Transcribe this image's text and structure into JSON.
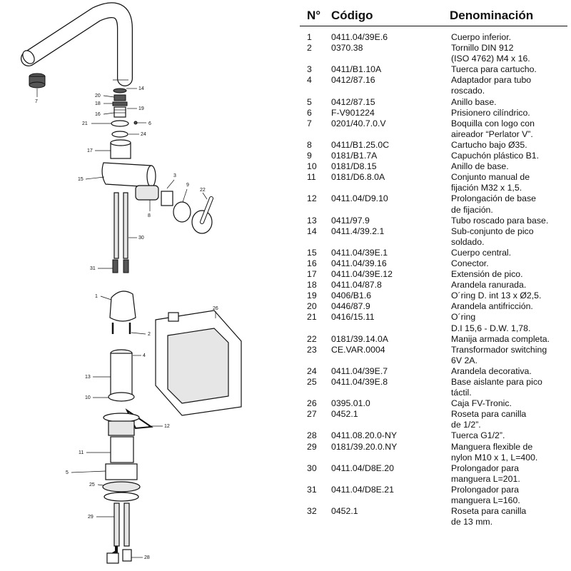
{
  "header": {
    "num": "N°",
    "code": "Código",
    "denomination": "Denominación"
  },
  "parts": [
    {
      "num": "1",
      "code": "0411.04/39E.6",
      "denomination": "Cuerpo inferior."
    },
    {
      "num": "2",
      "code": "0370.38",
      "denomination": "Tornillo DIN 912\n(ISO 4762) M4 x 16."
    },
    {
      "num": "3",
      "code": "0411/B1.10A",
      "denomination": "Tuerca para cartucho."
    },
    {
      "num": "4",
      "code": "0412/87.16",
      "denomination": "Adaptador para tubo\nroscado."
    },
    {
      "num": "5",
      "code": "0412/87.15",
      "denomination": "Anillo base."
    },
    {
      "num": "6",
      "code": "F-V901224",
      "denomination": "Prisionero cilíndrico."
    },
    {
      "num": "7",
      "code": "0201/40.7.0.V",
      "denomination": "Boquilla con logo con\naireador “Perlator V”."
    },
    {
      "num": "8",
      "code": "0411/B1.25.0C",
      "denomination": "Cartucho bajo Ø35."
    },
    {
      "num": "9",
      "code": "0181/B1.7A",
      "denomination": "Capuchón plástico B1."
    },
    {
      "num": "10",
      "code": "0181/D8.15",
      "denomination": "Anillo de base."
    },
    {
      "num": "11",
      "code": "0181/D6.8.0A",
      "denomination": "Conjunto manual de\nfijación M32 x 1,5."
    },
    {
      "num": "12",
      "code": "0411.04/D9.10",
      "denomination": "Prolongación de base\nde fijación."
    },
    {
      "num": "13",
      "code": "0411/97.9",
      "denomination": "Tubo roscado para base."
    },
    {
      "num": "14",
      "code": "0411.4/39.2.1",
      "denomination": "Sub-conjunto de pico\nsoldado."
    },
    {
      "num": "15",
      "code": "0411.04/39E.1",
      "denomination": "Cuerpo central."
    },
    {
      "num": "16",
      "code": "0411.04/39.16",
      "denomination": "Conector."
    },
    {
      "num": "17",
      "code": "0411.04/39E.12",
      "denomination": "Extensión de pico."
    },
    {
      "num": "18",
      "code": "0411.04/87.8",
      "denomination": "Arandela ranurada."
    },
    {
      "num": "19",
      "code": "0406/B1.6",
      "denomination": "O´ring D. int 13 x Ø2,5."
    },
    {
      "num": "20",
      "code": "0446/87.9",
      "denomination": "Arandela antifricción."
    },
    {
      "num": "21",
      "code": "0416/15.11",
      "denomination": "O´ring\nD.I 15,6 - D.W. 1,78."
    },
    {
      "num": "22",
      "code": "0181/39.14.0A",
      "denomination": "Manija armada completa."
    },
    {
      "num": "23",
      "code": "CE.VAR.0004",
      "denomination": "Transformador switching\n6V 2A."
    },
    {
      "num": "24",
      "code": "0411.04/39E.7",
      "denomination": "Arandela decorativa."
    },
    {
      "num": "25",
      "code": "0411.04/39E.8",
      "denomination": "Base aislante para pico\ntáctil."
    },
    {
      "num": "26",
      "code": "0395.01.0",
      "denomination": "Caja FV-Tronic."
    },
    {
      "num": "27",
      "code": "0452.1",
      "denomination": "Roseta para canilla\nde 1/2”."
    },
    {
      "num": "28",
      "code": "0411.08.20.0-NY",
      "denomination": "Tuerca G1/2”."
    },
    {
      "num": "29",
      "code": "0181/39.20.0.NY",
      "denomination": "Manguera flexible de\nnylon M10 x 1, L=400."
    },
    {
      "num": "30",
      "code": "0411.04/D8E.20",
      "denomination": "Prolongador para\nmanguera L=201."
    },
    {
      "num": "31",
      "code": "0411.04/D8E.21",
      "denomination": "Prolongador para\nmanguera L=160."
    },
    {
      "num": "32",
      "code": "0452.1",
      "denomination": "Roseta para canilla\nde 13 mm."
    }
  ],
  "diagram": {
    "callouts": [
      {
        "id": "14",
        "label": "14"
      },
      {
        "id": "20",
        "label": "20"
      },
      {
        "id": "18",
        "label": "18"
      },
      {
        "id": "19",
        "label": "19"
      },
      {
        "id": "16",
        "label": "16"
      },
      {
        "id": "6",
        "label": "6"
      },
      {
        "id": "21",
        "label": "21"
      },
      {
        "id": "24",
        "label": "24"
      },
      {
        "id": "7",
        "label": "7"
      },
      {
        "id": "17",
        "label": "17"
      },
      {
        "id": "15",
        "label": "15"
      },
      {
        "id": "3",
        "label": "3"
      },
      {
        "id": "9",
        "label": "9"
      },
      {
        "id": "22",
        "label": "22"
      },
      {
        "id": "8",
        "label": "8"
      },
      {
        "id": "30",
        "label": "30"
      },
      {
        "id": "31",
        "label": "31"
      },
      {
        "id": "1",
        "label": "1"
      },
      {
        "id": "2",
        "label": "2"
      },
      {
        "id": "26",
        "label": "26"
      },
      {
        "id": "4",
        "label": "4"
      },
      {
        "id": "13",
        "label": "13"
      },
      {
        "id": "10",
        "label": "10"
      },
      {
        "id": "12",
        "label": "12"
      },
      {
        "id": "11",
        "label": "11"
      },
      {
        "id": "5",
        "label": "5"
      },
      {
        "id": "25",
        "label": "25"
      },
      {
        "id": "29",
        "label": "29"
      },
      {
        "id": "28",
        "label": "28"
      }
    ]
  }
}
